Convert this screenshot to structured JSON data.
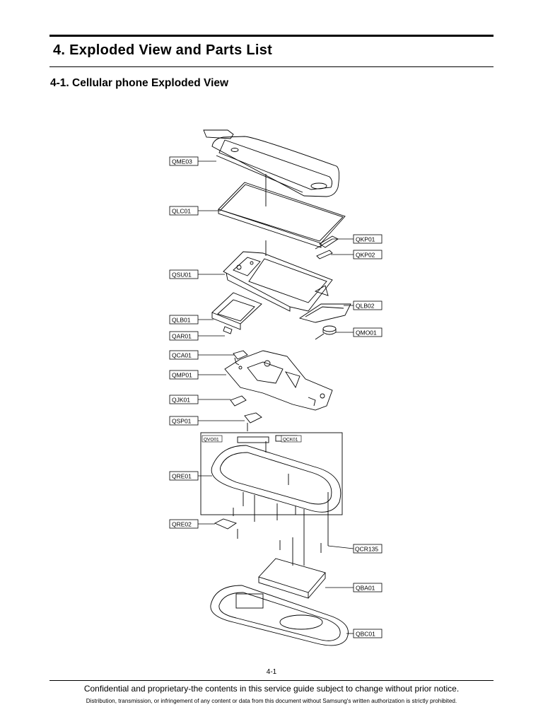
{
  "header": {
    "title": "4. Exploded View and Parts List",
    "subtitle": "4-1. Cellular phone Exploded View"
  },
  "parts": [
    {
      "id": "qme03",
      "label": "QME03"
    },
    {
      "id": "qlc01",
      "label": "QLC01"
    },
    {
      "id": "qkp01",
      "label": "QKP01"
    },
    {
      "id": "qkp02",
      "label": "QKP02"
    },
    {
      "id": "qsu01",
      "label": "QSU01"
    },
    {
      "id": "qlb02",
      "label": "QLB02"
    },
    {
      "id": "qlb01",
      "label": "QLB01"
    },
    {
      "id": "qmo01",
      "label": "QMO01"
    },
    {
      "id": "qar01",
      "label": "QAR01"
    },
    {
      "id": "qca01",
      "label": "QCA01"
    },
    {
      "id": "qmp01",
      "label": "QMP01"
    },
    {
      "id": "qjk01",
      "label": "QJK01"
    },
    {
      "id": "qsp01",
      "label": "QSP01"
    },
    {
      "id": "qvo01",
      "label": "QVO01"
    },
    {
      "id": "qck01",
      "label": "QCK01"
    },
    {
      "id": "qre01",
      "label": "QRE01"
    },
    {
      "id": "qre02",
      "label": "QRE02"
    },
    {
      "id": "qcr135",
      "label": "QCR135"
    },
    {
      "id": "qba01",
      "label": "QBA01"
    },
    {
      "id": "qbc01",
      "label": "QBC01"
    }
  ],
  "footer": {
    "page_number": "4-1",
    "notice": "Confidential and proprietary-the contents in this service guide subject to change without prior notice.",
    "distribution": "Distribution, transmission, or infringement of any content or data from this document without Samsung's written authorization is strictly prohibited."
  }
}
